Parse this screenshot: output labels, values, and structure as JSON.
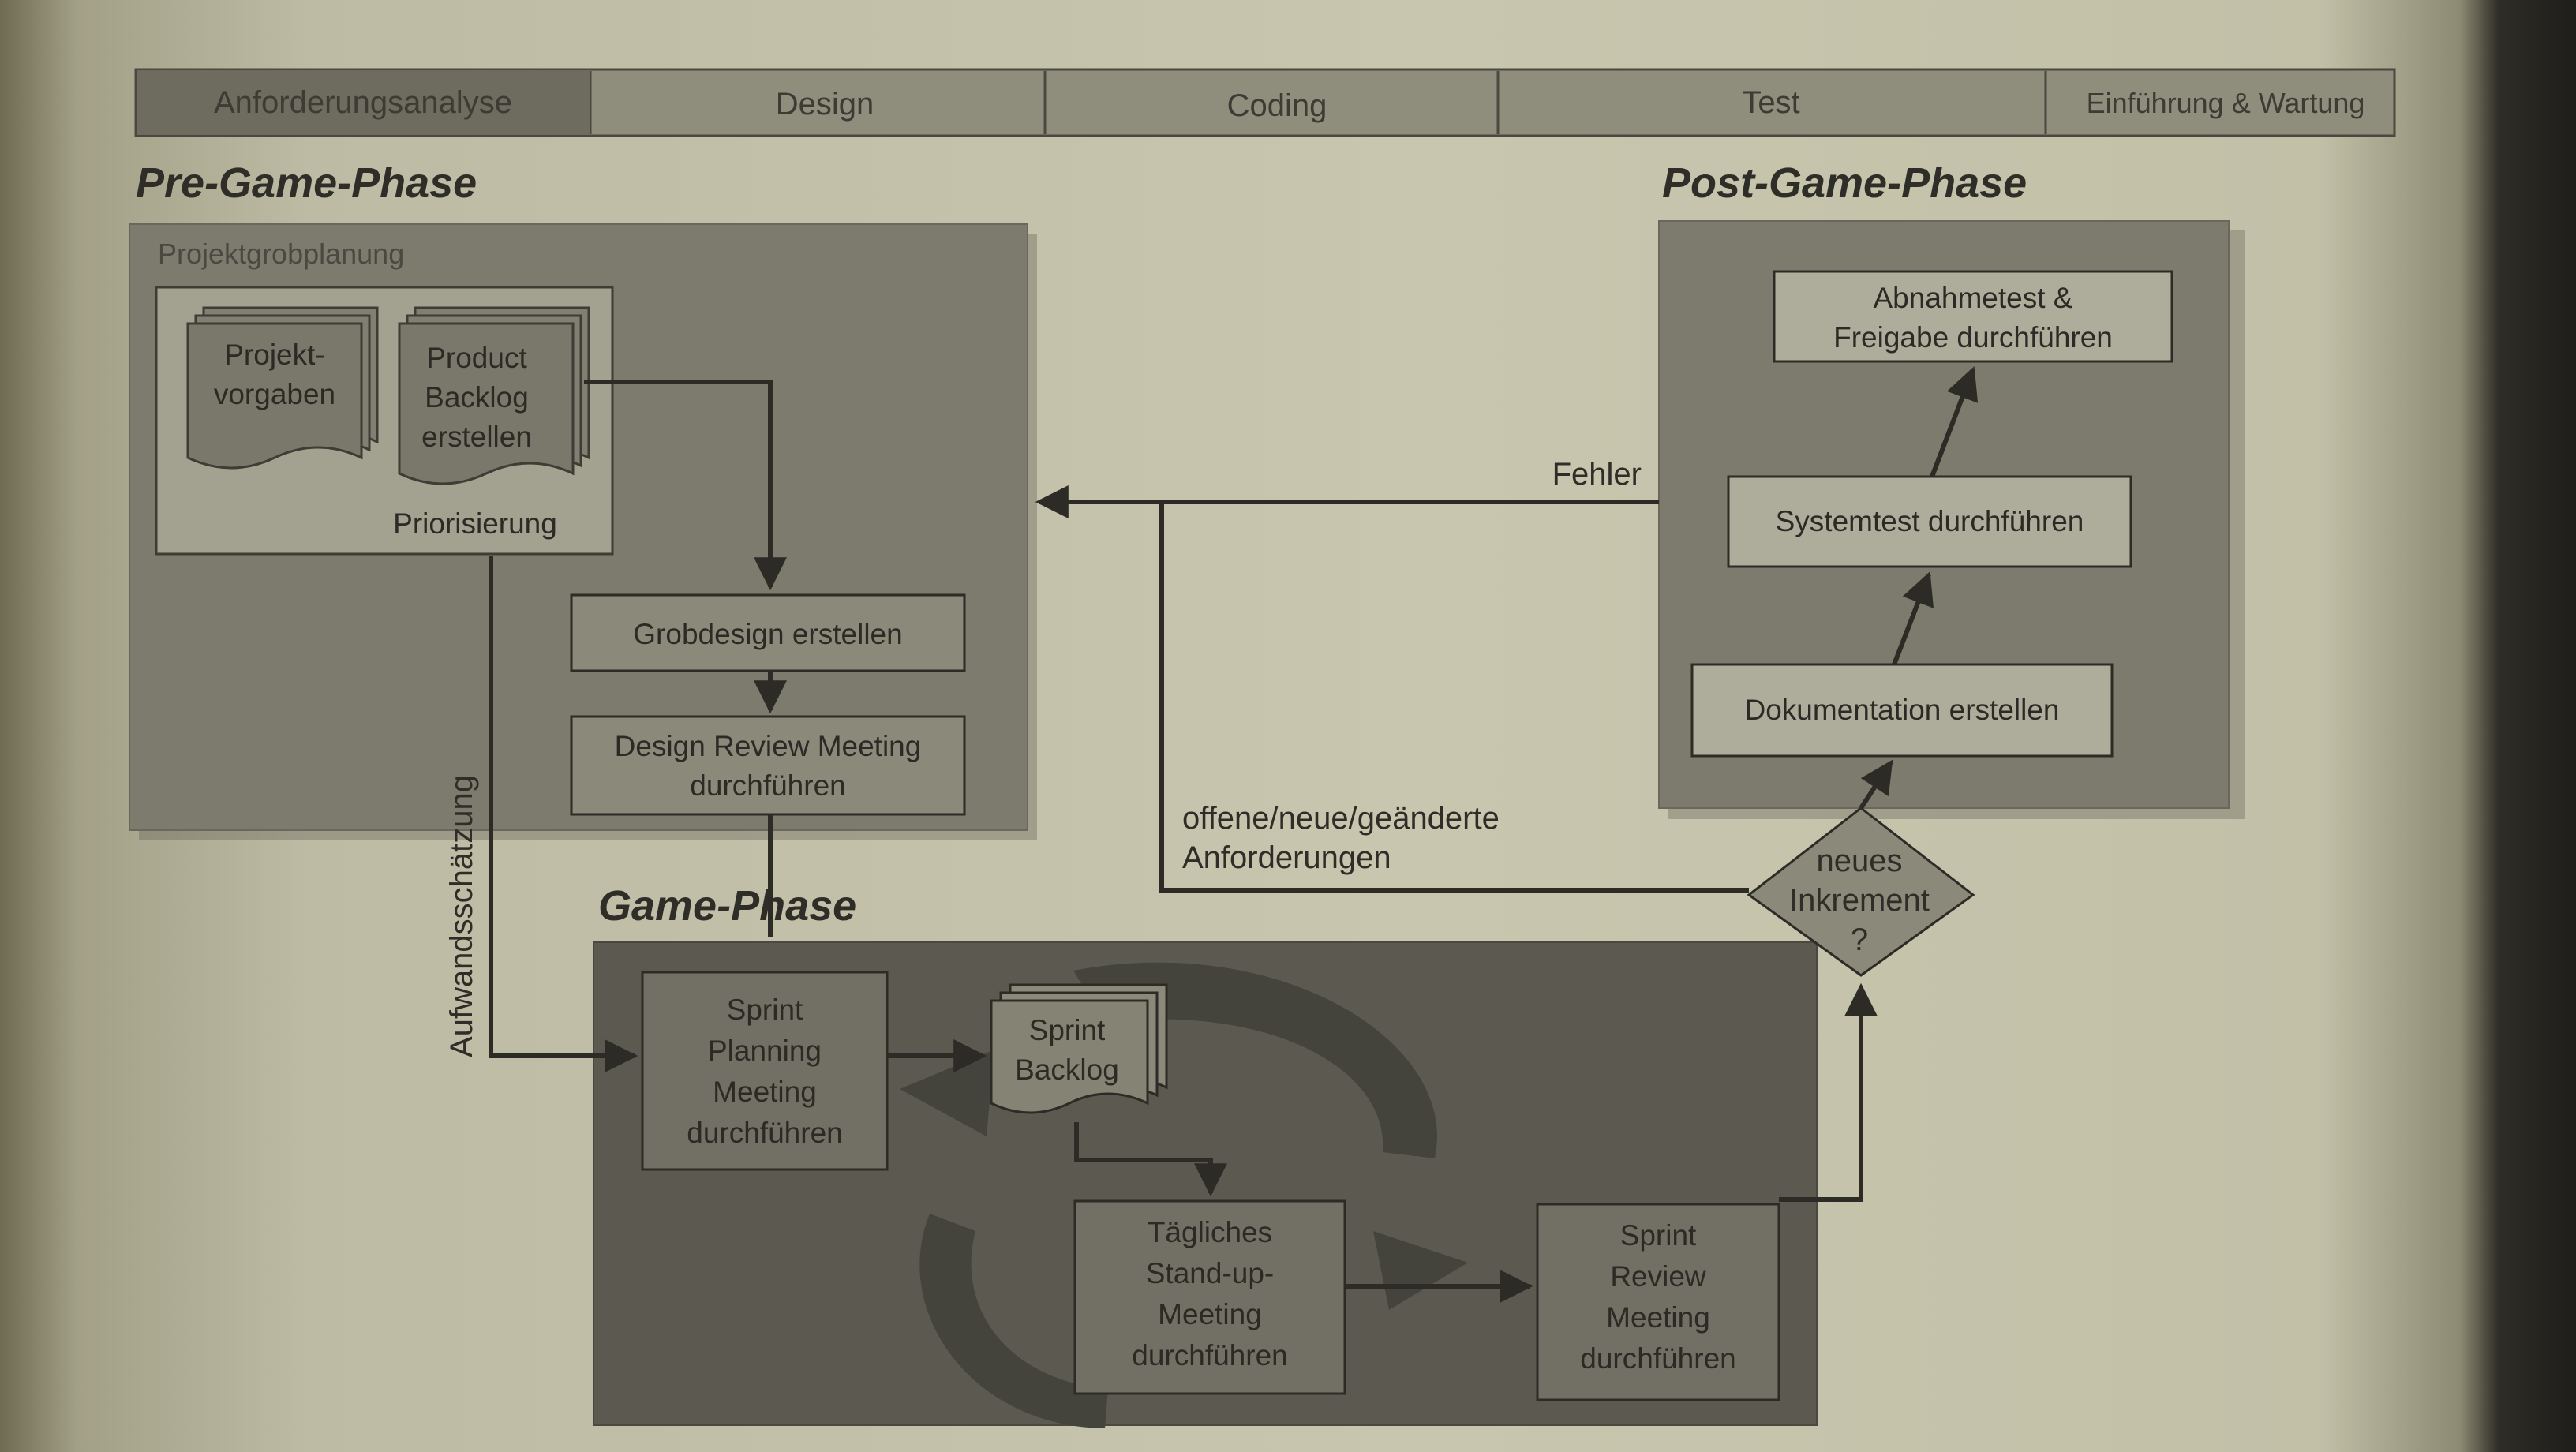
{
  "phase_bar": {
    "segments": [
      {
        "label": "Anforderungsanalyse"
      },
      {
        "label": "Design"
      },
      {
        "label": "Coding"
      },
      {
        "label": "Test"
      },
      {
        "label": "Einführung & Wartung"
      }
    ]
  },
  "pre_game": {
    "heading": "Pre-Game-Phase",
    "group_title": "Projektgrobplanung",
    "doc1_lines": [
      "Projekt-",
      "vorgaben"
    ],
    "doc2_lines": [
      "Product",
      "Backlog",
      "erstellen"
    ],
    "priorisierung": "Priorisierung",
    "grobdesign": "Grobdesign erstellen",
    "design_review_lines": [
      "Design Review Meeting",
      "durchführen"
    ]
  },
  "aufwandsschaetzung": "Aufwandsschätzung",
  "game": {
    "heading": "Game-Phase",
    "sprint_planning_lines": [
      "Sprint",
      "Planning",
      "Meeting",
      "durchführen"
    ],
    "sprint_backlog_lines": [
      "Sprint",
      "Backlog"
    ],
    "daily_standup_lines": [
      "Tägliches",
      "Stand-up-",
      "Meeting",
      "durchführen"
    ],
    "sprint_review_lines": [
      "Sprint",
      "Review",
      "Meeting",
      "durchführen"
    ]
  },
  "post_game": {
    "heading": "Post-Game-Phase",
    "abnahmetest_lines": [
      "Abnahmetest &",
      "Freigabe durchführen"
    ],
    "systemtest": "Systemtest durchführen",
    "dokumentation": "Dokumentation erstellen"
  },
  "decision_lines": [
    "neues",
    "Inkrement",
    "?"
  ],
  "fehler_label": "Fehler",
  "anforderungen_lines": [
    "offene/neue/geänderte",
    "Anforderungen"
  ],
  "colors": {
    "phase_bar_fill": "#8f8d7c",
    "phase_bar_first": "#6e6c5f",
    "phase_panel": "#7d7b6d",
    "game_panel": "#67655a",
    "box_fill": "#8b897a",
    "box_light": "#aeac9b",
    "line": "#2c2b26"
  }
}
